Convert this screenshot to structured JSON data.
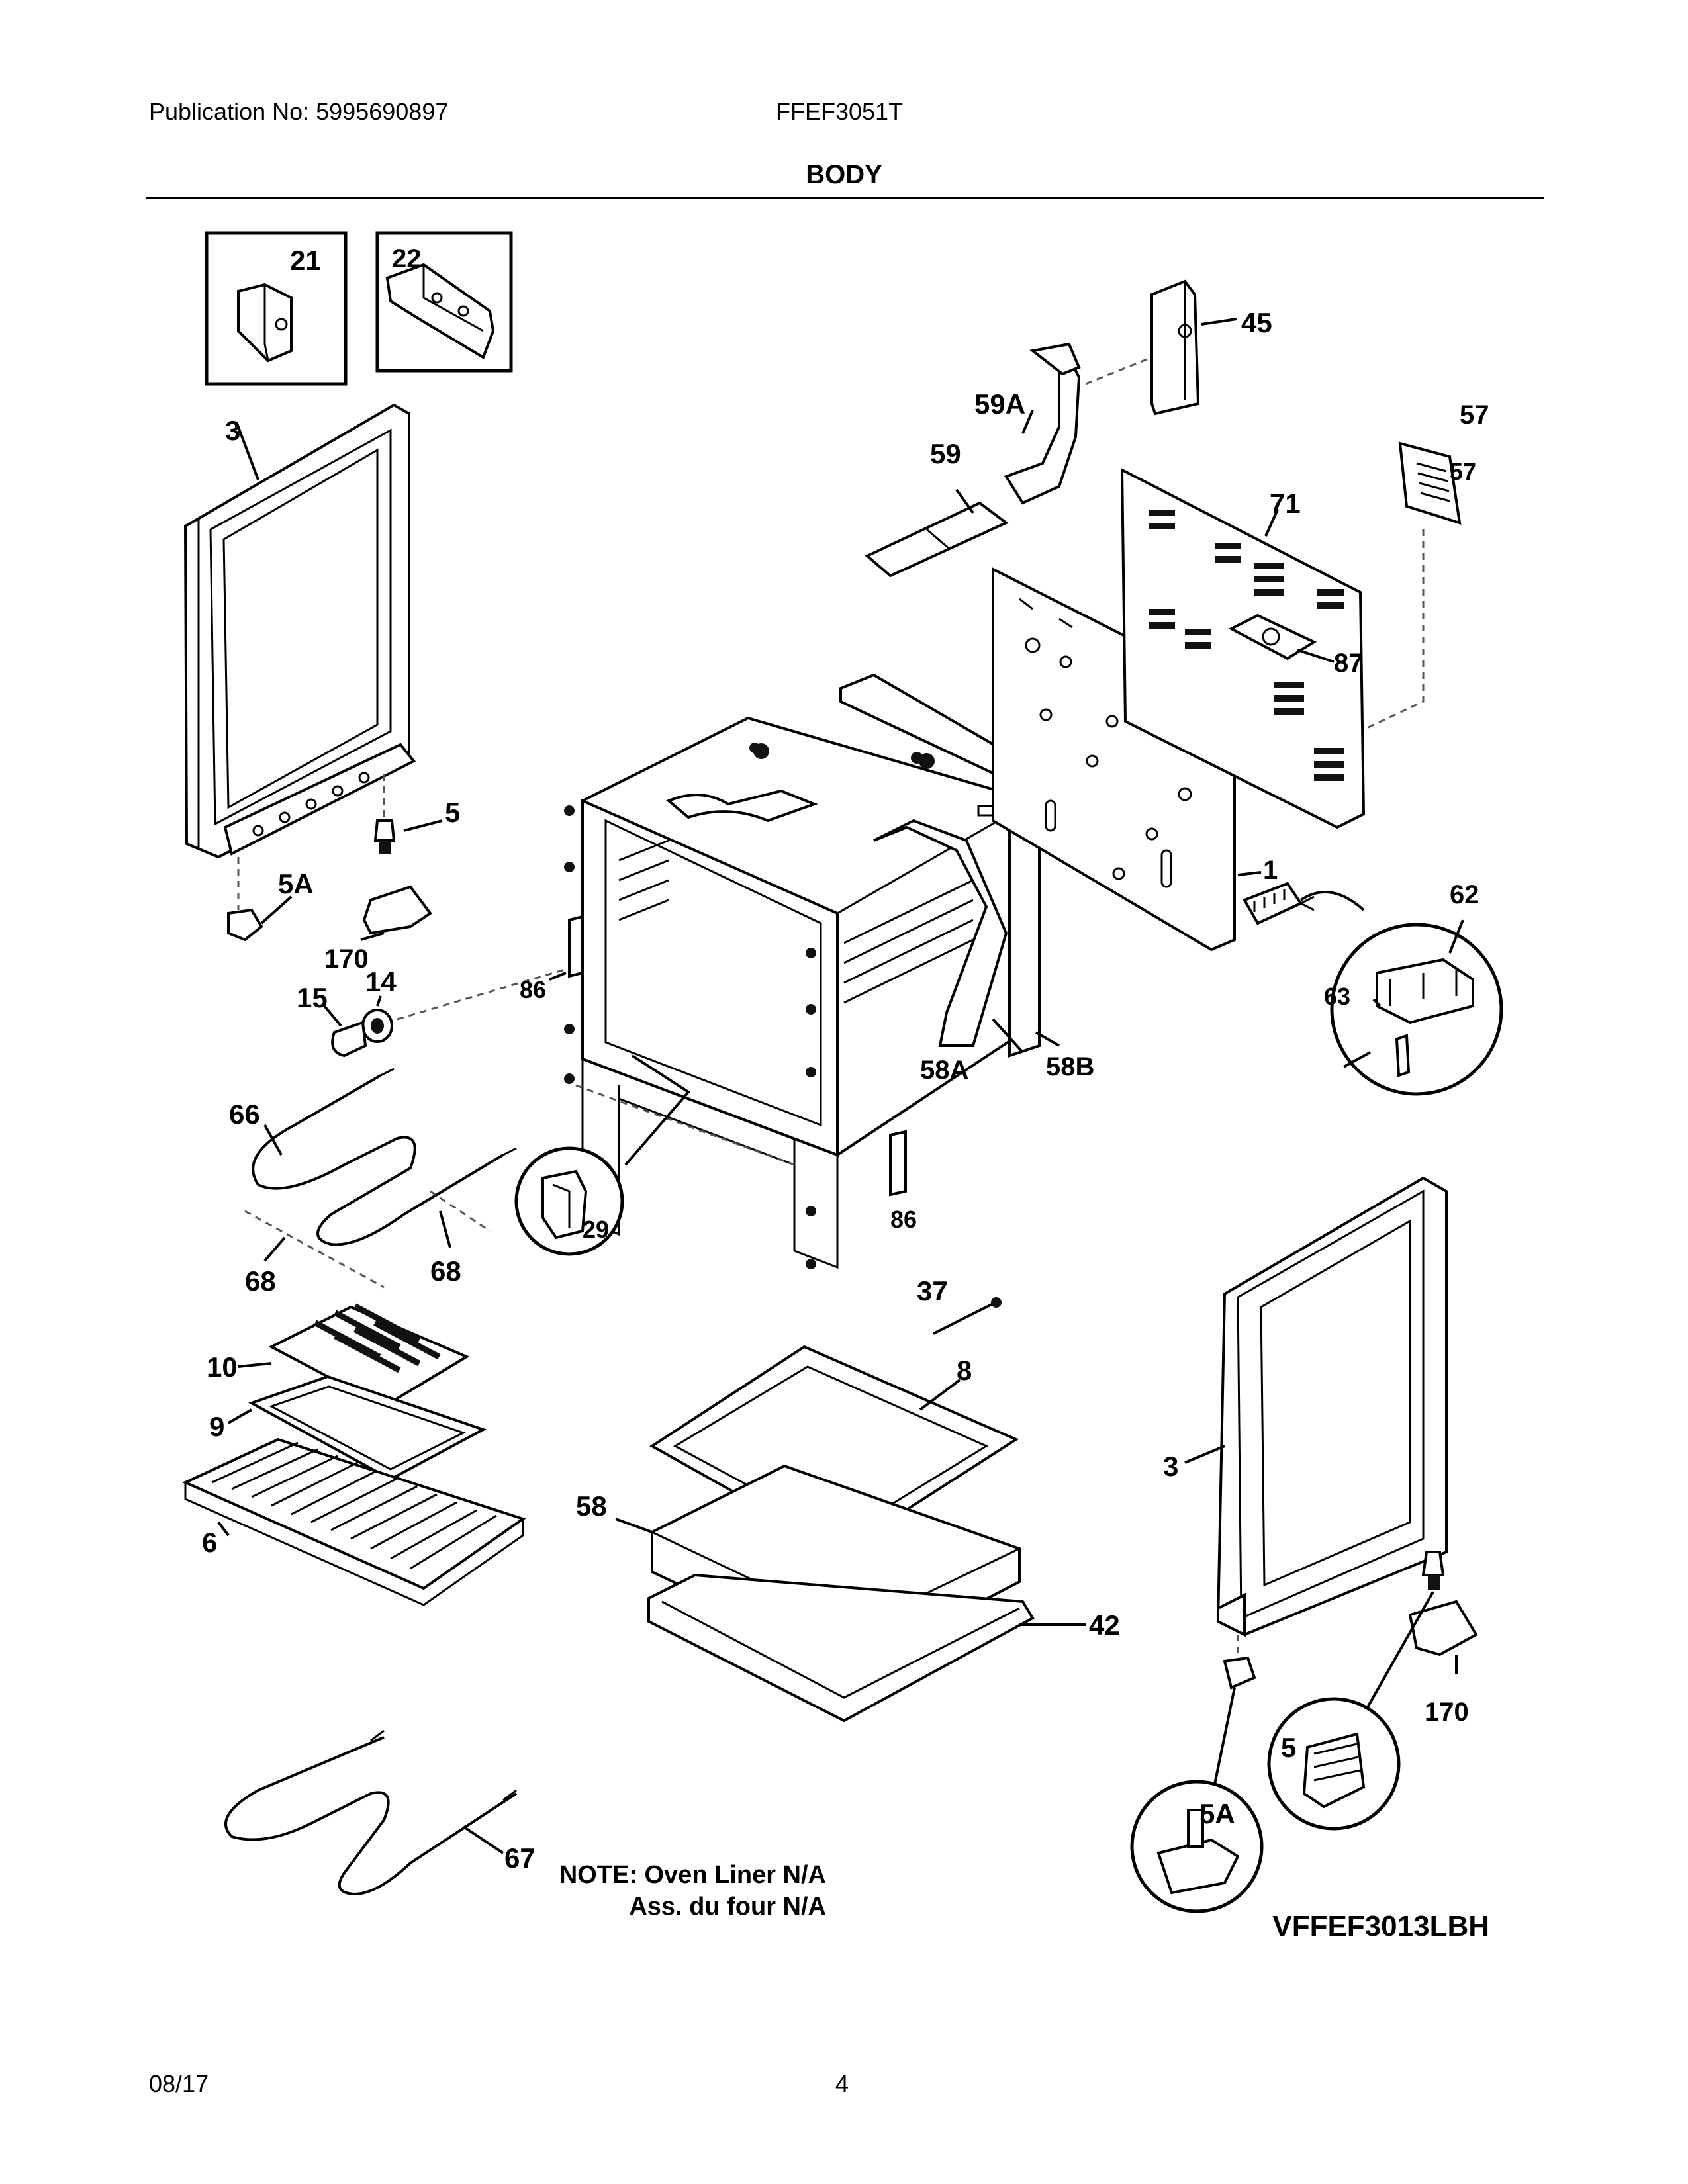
{
  "header": {
    "publication": "Publication No: 5995690897",
    "model": "FFEF3051T"
  },
  "section_title": "BODY",
  "parts": {
    "p21": "21",
    "p22": "22",
    "p3_left": "3",
    "p5_left": "5",
    "p5a_left": "5A",
    "p170_left": "170",
    "p14": "14",
    "p15": "15",
    "p86_left": "86",
    "p86_bottom": "86",
    "p66": "66",
    "p68_left": "68",
    "p68_right": "68",
    "p29": "29",
    "p10": "10",
    "p9": "9",
    "p6": "6",
    "p58": "58",
    "p8": "8",
    "p37": "37",
    "p42": "42",
    "p67": "67",
    "p45": "45",
    "p59a": "59A",
    "p59": "59",
    "p57_top": "57",
    "p57_inner": "57",
    "p71": "71",
    "p87": "87",
    "p1": "1",
    "p62": "62",
    "p63": "63",
    "p58a": "58A",
    "p58b": "58B",
    "p3_right": "3",
    "p170_right": "170",
    "p5_right": "5",
    "p5a_right": "5A"
  },
  "note": {
    "line1": "NOTE: Oven Liner N/A",
    "line2": "Ass. du four N/A"
  },
  "diagram_code": "VFFEF3013LBH",
  "footer": {
    "date": "08/17",
    "page": "4"
  }
}
